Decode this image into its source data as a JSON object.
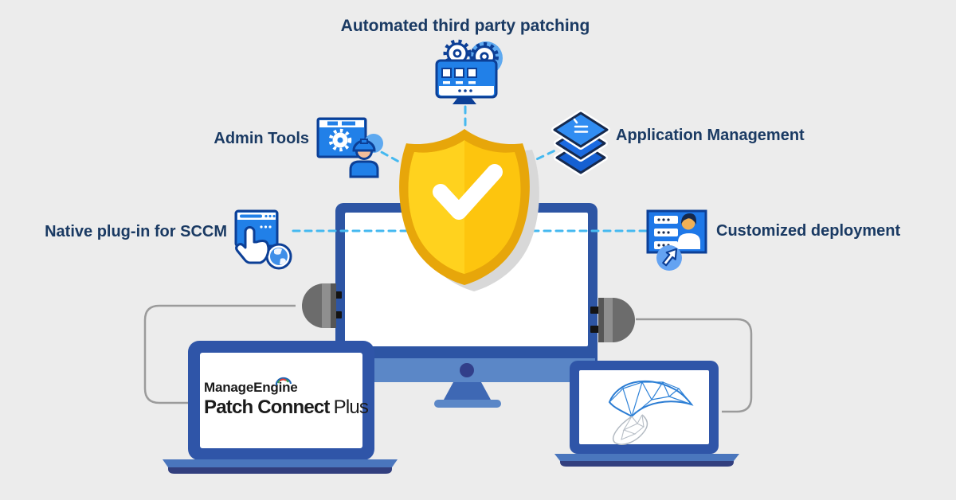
{
  "page": {
    "title": "ManageEngine Patch Connect Plus — SCCM integration diagram"
  },
  "labels": {
    "automated_patching": "Automated third party patching",
    "admin_tools": "Admin Tools",
    "application_management": "Application Management",
    "native_plugin": "Native plug-in for SCCM",
    "customized_deployment": "Customized deployment"
  },
  "branding": {
    "vendor": "ManageEngine",
    "product": "Patch Connect",
    "product_suffix": "Plus"
  },
  "icons": {
    "top": "computer-with-gears-icon",
    "admin": "window-gear-worker-icon",
    "application": "stacked-layers-icon",
    "plugin": "browser-hand-globe-icon",
    "deploy": "server-user-cursor-icon",
    "center": "shield-checkmark-icon",
    "right_laptop": "sccm-swoosh-logo",
    "vendor_mark": "manageengine-swoosh"
  },
  "colors": {
    "background": "#ececec",
    "label_text": "#1a3a63",
    "icon_blue": "#2180e8",
    "icon_outline": "#0c3f96",
    "icon_light_blue": "#5ea9f0",
    "dashed_line": "#45b9f0",
    "shield_gold": "#fdc50e",
    "shield_border": "#e7a60a",
    "shield_highlight": "#ffd21e",
    "monitor_blue": "#2d55a4",
    "monitor_chin": "#5b87c7",
    "laptop_base": "#4a76bd",
    "laptop_lip": "#323f7e",
    "cable_gray": "#9b9b9b"
  }
}
